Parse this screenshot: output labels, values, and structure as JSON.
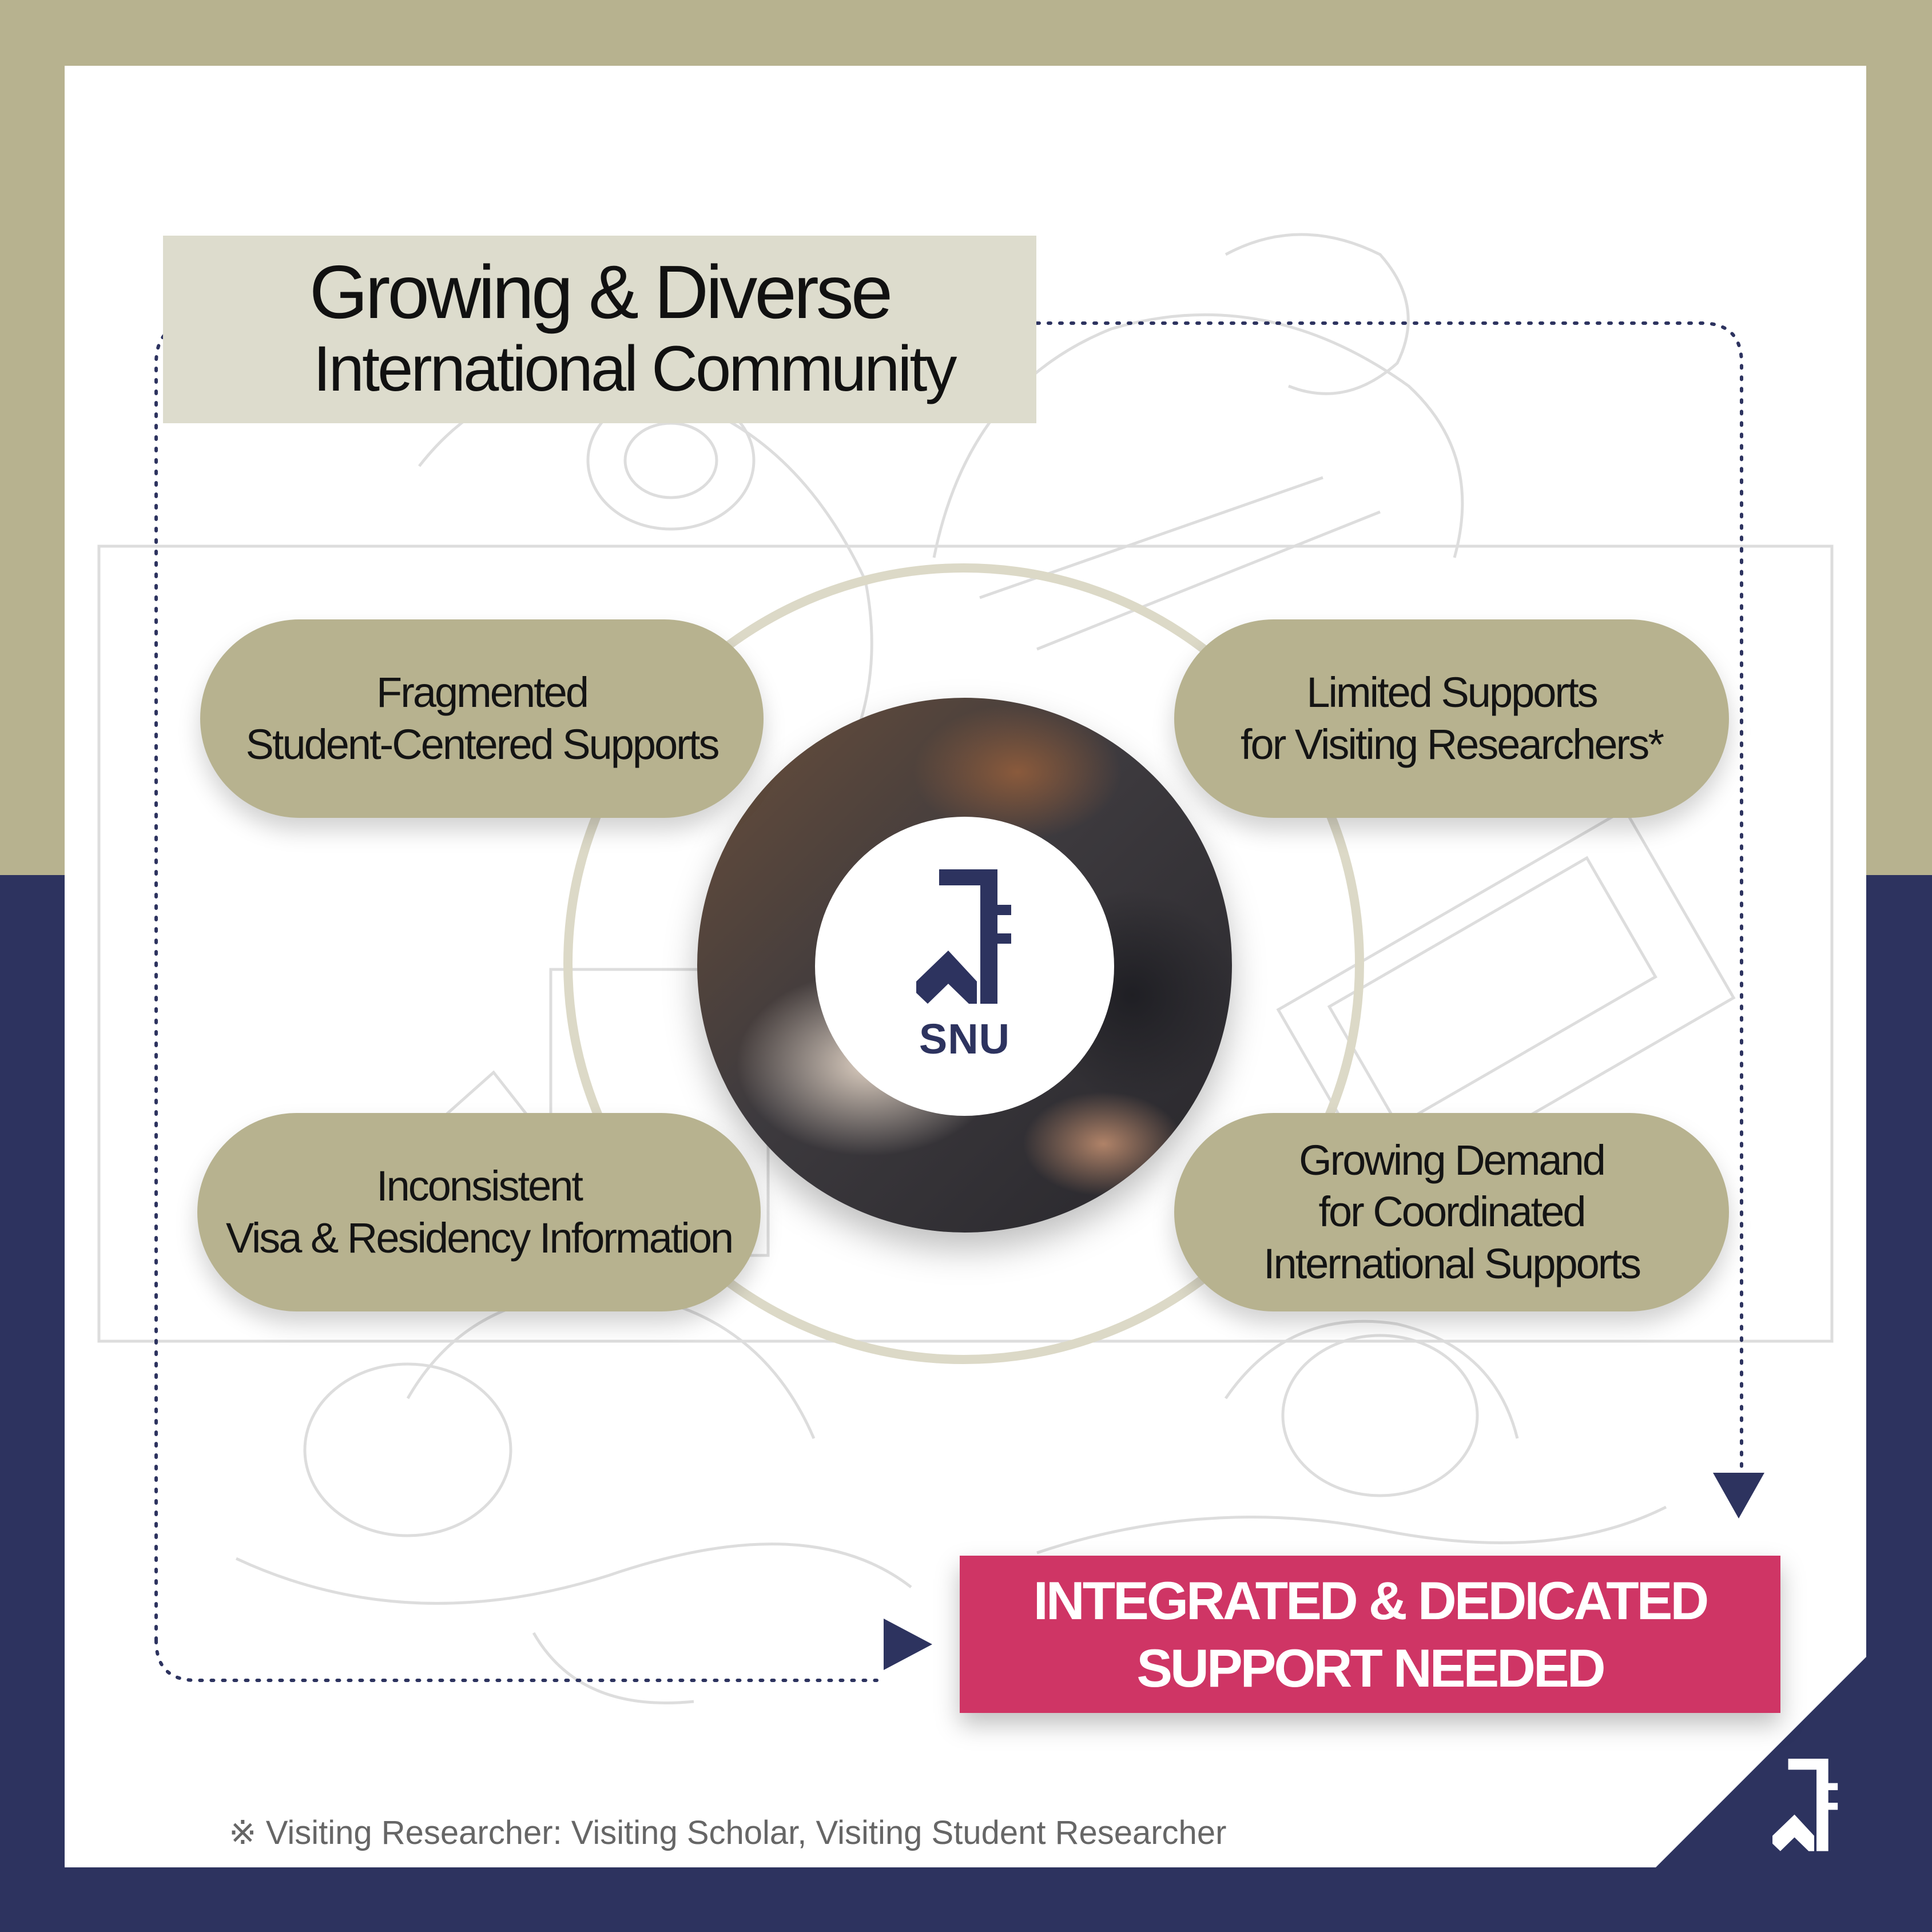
{
  "title": {
    "line1": "Growing & Diverse",
    "line2": "International Community"
  },
  "issues": [
    {
      "line1": "Fragmented",
      "line2": "Student-Centered Supports"
    },
    {
      "line1": "Limited Supports",
      "line2": "for Visiting Researchers*"
    },
    {
      "line1": "Inconsistent",
      "line2": "Visa & Residency Information"
    },
    {
      "line1": "Growing Demand",
      "line2": "for Coordinated",
      "line3": "International Supports"
    }
  ],
  "center": {
    "logo_text": "SNU"
  },
  "conclusion": {
    "line1": "INTEGRATED & DEDICATED",
    "line2": "SUPPORT NEEDED"
  },
  "footnote": "※ Visiting Researcher: Visiting Scholar, Visiting Student Researcher",
  "colors": {
    "olive": "#b7b28f",
    "navy": "#2d335f",
    "crimson": "#cf3565",
    "title_bg": "#dddccd"
  },
  "icons": [
    "snu-emblem-icon",
    "arrow-down-icon",
    "arrow-right-icon"
  ]
}
